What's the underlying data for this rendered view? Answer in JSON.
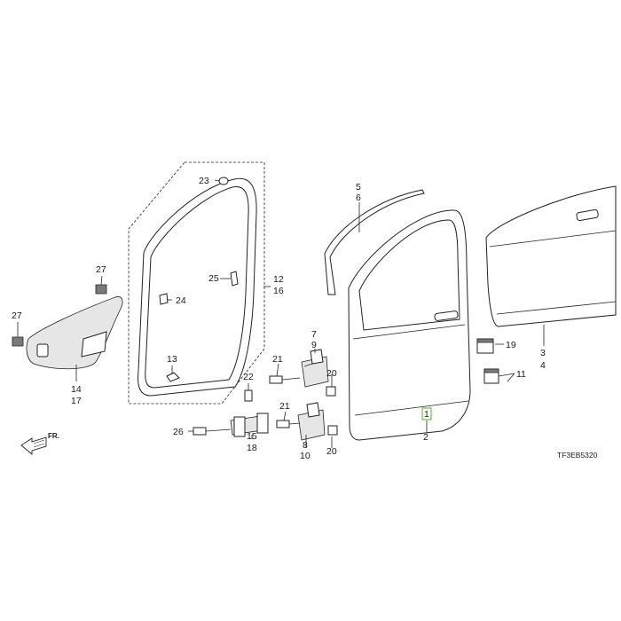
{
  "diagram_code": "TF3EB5320",
  "direction_label": "FR.",
  "callouts": {
    "c1": "1",
    "c2": "2",
    "c3": "3",
    "c4": "4",
    "c5": "5",
    "c6": "6",
    "c7": "7",
    "c8": "8",
    "c9": "9",
    "c10": "10",
    "c11": "11",
    "c12": "12",
    "c13": "13",
    "c14": "14",
    "c15": "15",
    "c16": "16",
    "c17": "17",
    "c18": "18",
    "c19": "19",
    "c20a": "20",
    "c20b": "20",
    "c21a": "21",
    "c21b": "21",
    "c22": "22",
    "c23": "23",
    "c24": "24",
    "c25": "25",
    "c26": "26",
    "c27a": "27",
    "c27b": "27"
  },
  "highlight_color": "#6cc04a"
}
